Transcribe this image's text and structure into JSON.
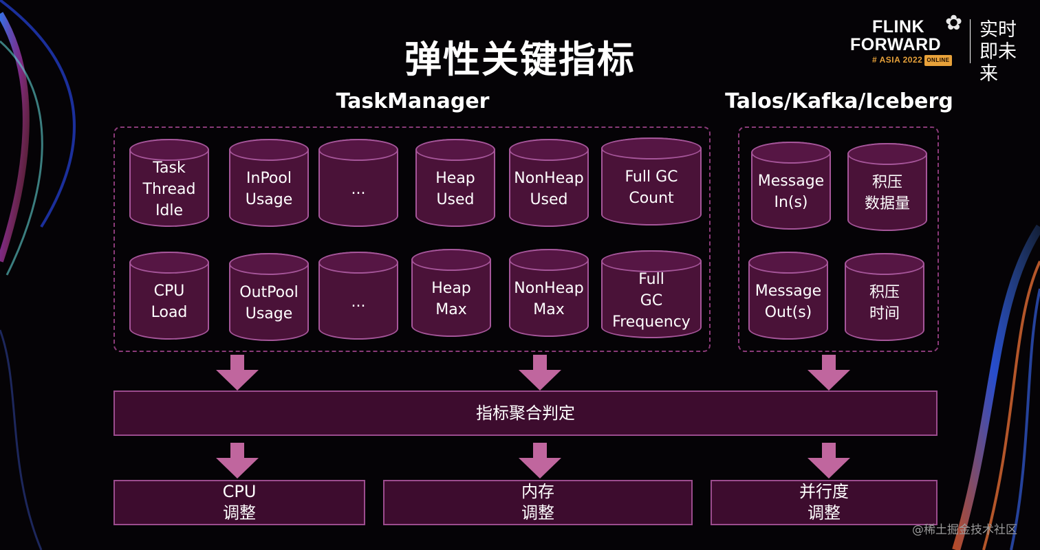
{
  "title": "弹性关键指标",
  "logo": {
    "line1": "FLINK",
    "line2": "FORWARD",
    "line3": "# ASIA 2022",
    "badge": "ONLINE",
    "cn": "实时即未来"
  },
  "groups": {
    "taskmanager": {
      "label": "TaskManager",
      "row1": [
        "Task\nThread\nIdle",
        "InPool\nUsage",
        "...",
        "Heap\nUsed",
        "NonHeap\nUsed",
        "Full GC\nCount"
      ],
      "row2": [
        "CPU\nLoad",
        "OutPool\nUsage",
        "...",
        "Heap\nMax",
        "NonHeap\nMax",
        "Full\nGC\nFrequency"
      ]
    },
    "source": {
      "label": "Talos/Kafka/Iceberg",
      "row1": [
        "Message\nIn(s)",
        "积压\n数据量"
      ],
      "row2": [
        "Message\nOut(s)",
        "积压\n时间"
      ]
    }
  },
  "aggregate": "指标聚合判定",
  "outputs": [
    "CPU\n调整",
    "内存\n调整",
    "并行度\n调整"
  ],
  "watermark": "@稀土掘金技术社区",
  "colors": {
    "cylinder_fill": "#4a1238",
    "cylinder_border": "#a6569a",
    "bar_fill": "#3d0c2e",
    "arrow": "#c0669e"
  }
}
